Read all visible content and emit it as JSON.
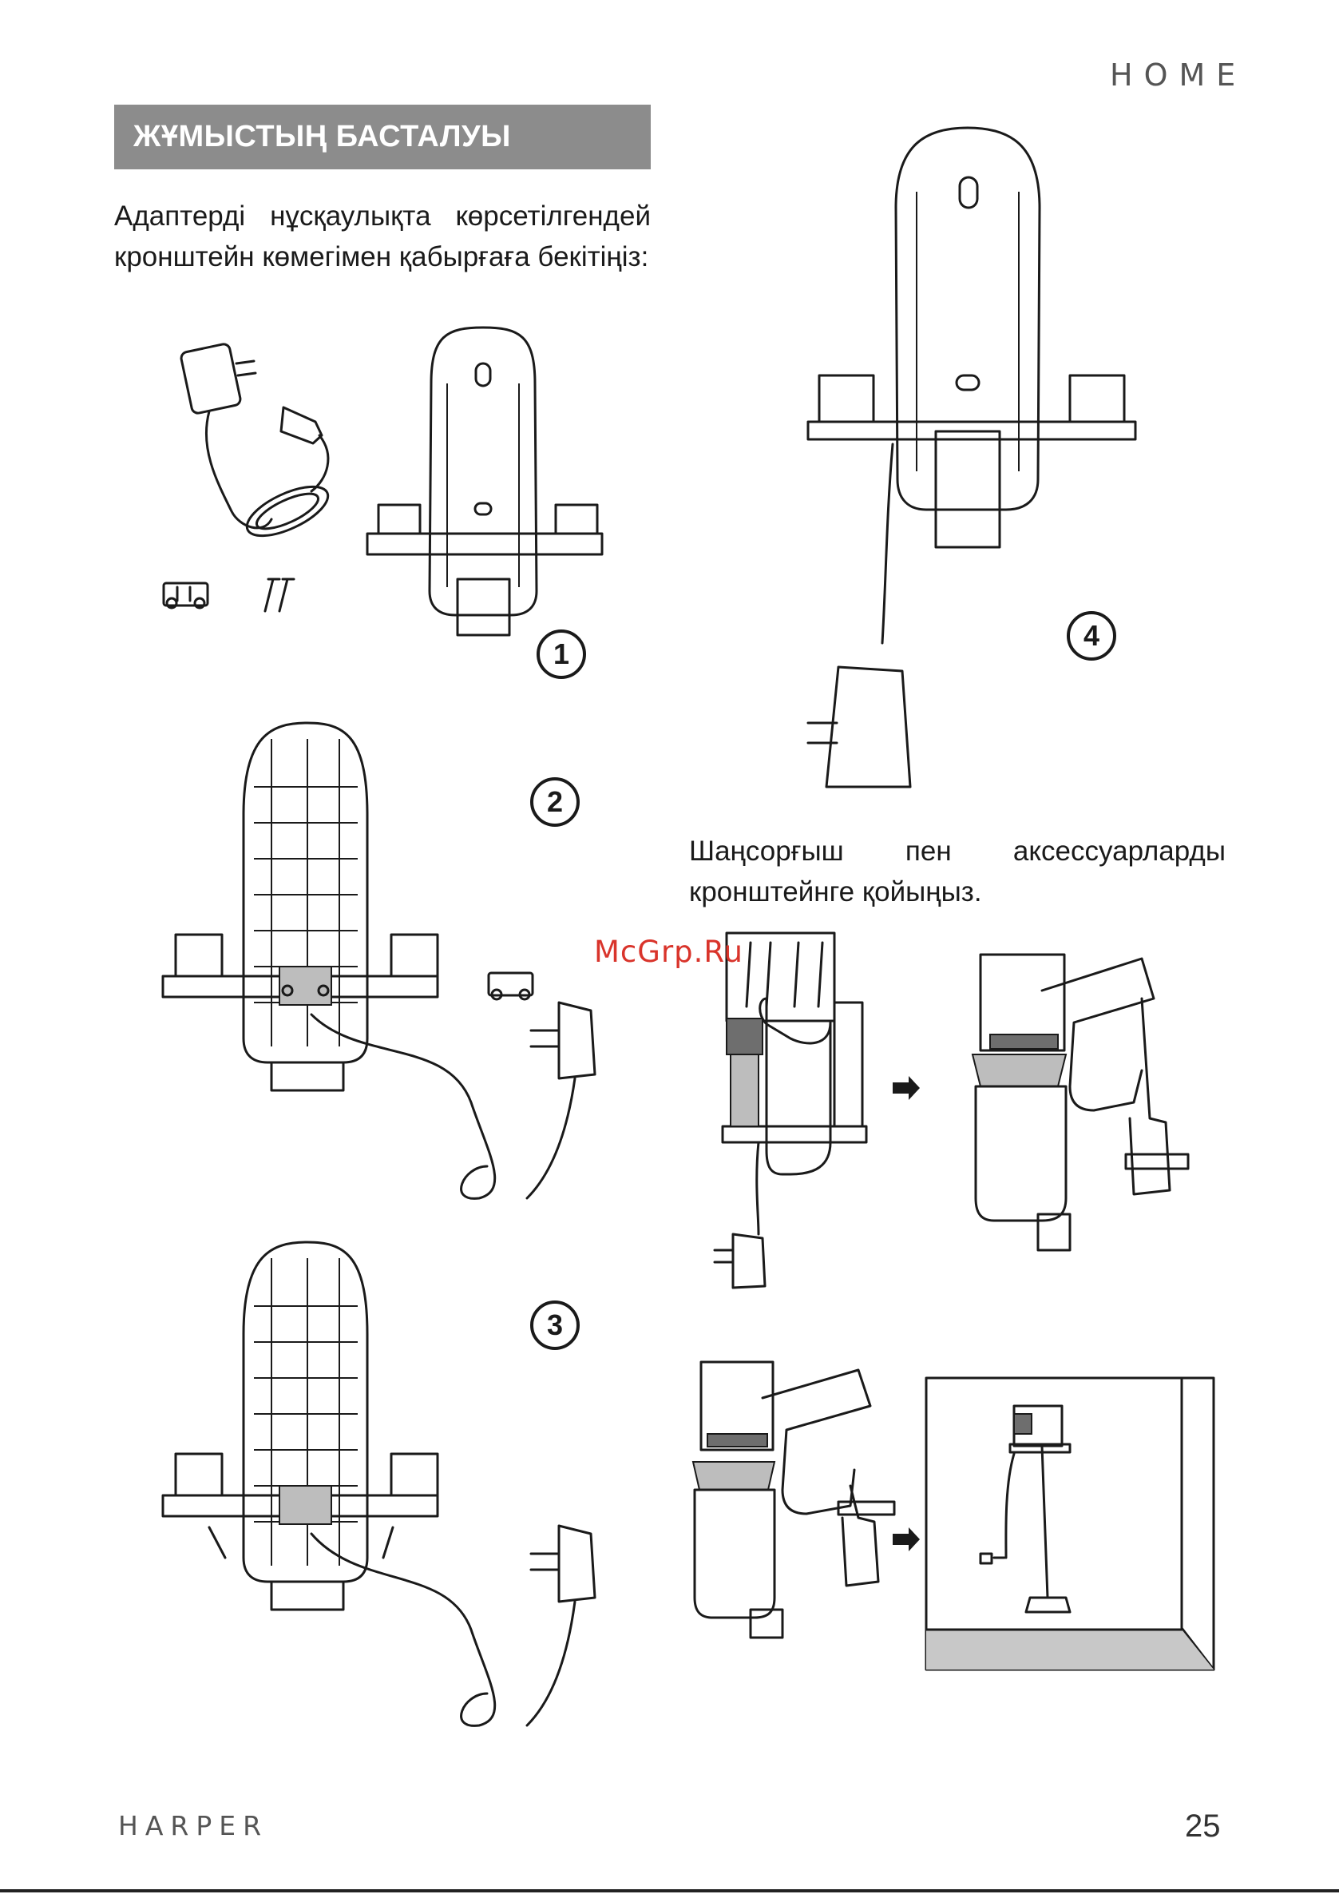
{
  "header": {
    "brand": "HOME"
  },
  "section": {
    "title": "ЖҰМЫСТЫҢ БАСТАЛУЫ"
  },
  "instructions": {
    "step_mount_text": "Адаптерді нұсқаулықта көрсетілгендей кронштейн көмегімен қабырғаға бекітіңіз:",
    "step_place_text": "Шаңсорғыш пен аксессуарларды кронштейнге қойыңыз."
  },
  "steps": [
    "1",
    "2",
    "3",
    "4"
  ],
  "watermark": "McGrp.Ru",
  "footer": {
    "brand": "HARPER",
    "page_number": "25"
  },
  "icons": [
    "adapter-icon",
    "bracket-icon",
    "screw-icon",
    "arrow-right-icon",
    "vacuum-icon",
    "wall-room-icon"
  ],
  "colors": {
    "header_bg": "#8c8c8c",
    "text": "#1a1a1a",
    "watermark": "#d9342b"
  }
}
